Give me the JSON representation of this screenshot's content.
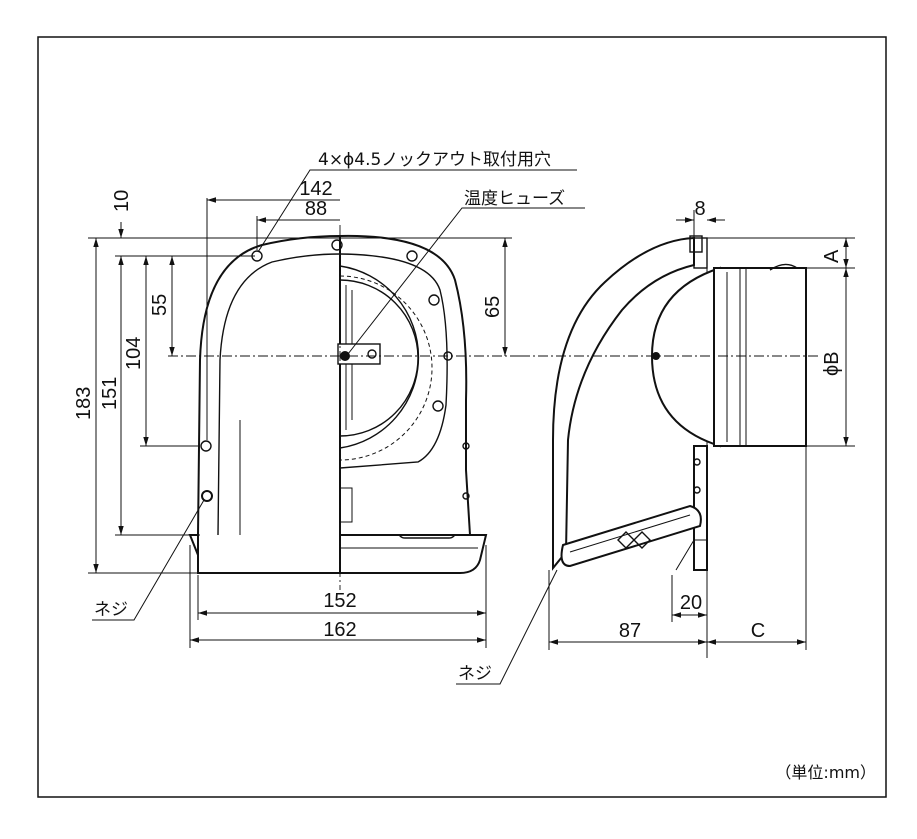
{
  "front_view": {
    "dimensions": {
      "d10": "10",
      "d142": "142",
      "d88": "88",
      "d55": "55",
      "d104": "104",
      "d183": "183",
      "d151": "151",
      "d65": "65",
      "d152": "152",
      "d162": "162"
    },
    "labels": {
      "knockout_holes": "4×ϕ4.5ノックアウト取付用穴",
      "thermal_fuse": "温度ヒューズ",
      "screw": "ネジ"
    }
  },
  "side_view": {
    "dimensions": {
      "d8": "8",
      "dA": "A",
      "dB": "ϕB",
      "d87": "87",
      "d20": "20",
      "dC": "C"
    },
    "labels": {
      "screw": "ネジ"
    }
  },
  "unit_note": "（単位:mm）"
}
